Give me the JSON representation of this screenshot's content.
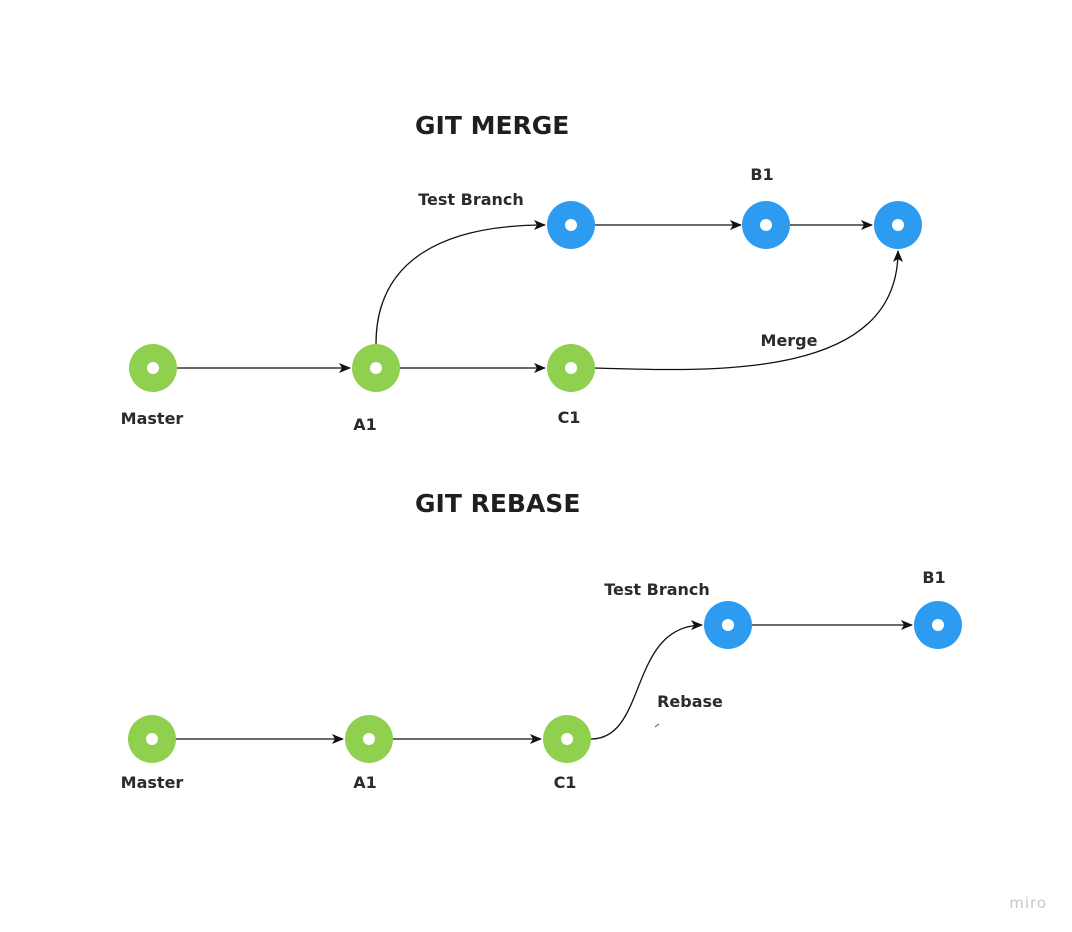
{
  "colors": {
    "master_commit": "#8fd14f",
    "branch_commit": "#2d9bf0",
    "commit_core": "#ffffff",
    "edge": "#111111",
    "text": "#2b2b2b",
    "watermark": "#c8c8c8"
  },
  "merge": {
    "title": "GIT MERGE",
    "labels": {
      "master": "Master",
      "a1": "A1",
      "c1": "C1",
      "b1": "B1",
      "branch": "Test Branch",
      "action": "Merge"
    }
  },
  "rebase": {
    "title": "GIT REBASE",
    "labels": {
      "master": "Master",
      "a1": "A1",
      "c1": "C1",
      "b1": "B1",
      "branch": "Test Branch",
      "action": "Rebase"
    }
  },
  "watermark": "miro"
}
